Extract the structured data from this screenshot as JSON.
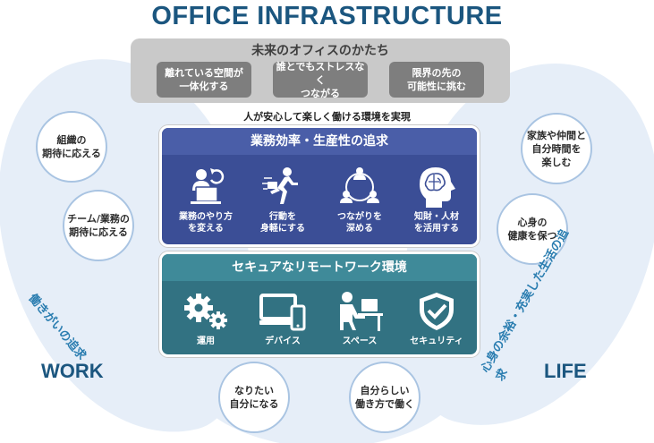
{
  "title": "OFFICE  INFRASTRUCTURE",
  "future": {
    "title": "未来のオフィスのかたち",
    "items": [
      "離れている空間が\n一体化する",
      "誰とでもストレスなく\nつながる",
      "限界の先の\n可能性に挑む"
    ]
  },
  "tagline": "人が安心して楽しく働ける環境を実現",
  "top_panel": {
    "title": "業務効率・生産性の追求",
    "items": [
      {
        "label": "業務のやり方\nを変える",
        "icon": "person-computer-refresh-icon"
      },
      {
        "label": "行動を\n身軽にする",
        "icon": "running-person-icon"
      },
      {
        "label": "つながりを\n深める",
        "icon": "connected-people-icon"
      },
      {
        "label": "知財・人材\nを活用する",
        "icon": "brain-head-icon"
      }
    ]
  },
  "bottom_panel": {
    "title": "セキュアなリモートワーク環境",
    "items": [
      {
        "label": "運用",
        "icon": "gears-icon"
      },
      {
        "label": "デバイス",
        "icon": "devices-icon"
      },
      {
        "label": "スペース",
        "icon": "person-desk-icon"
      },
      {
        "label": "セキュリティ",
        "icon": "shield-check-icon"
      }
    ]
  },
  "bubbles": {
    "left1": "組織の\n期待に応える",
    "left2": "チーム/業務の\n期待に応える",
    "right1": "家族や仲間と\n自分時間を\n楽しむ",
    "right2": "心身の\n健康を保つ",
    "bottom1": "なりたい\n自分になる",
    "bottom2": "自分らしい\n働き方で働く"
  },
  "work_label": "WORK",
  "life_label": "LIFE",
  "work_curve": "働きがいの追求",
  "life_curve": "心身の余裕・充実した生活の追求",
  "colors": {
    "title": "#1b567f",
    "top_panel": "#3b4e96",
    "bottom_panel": "#327282",
    "blob": "#e6eef8",
    "future_box": "#c9c9c9",
    "future_item": "#7e7e7e",
    "curve_text": "#2a7db0"
  }
}
